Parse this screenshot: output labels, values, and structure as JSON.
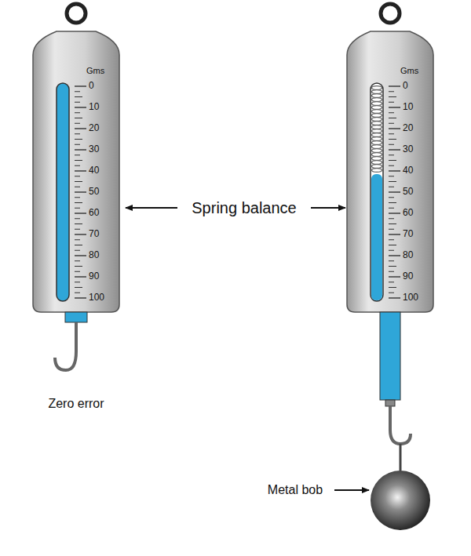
{
  "diagram": {
    "labels": [
      "Gms",
      "0",
      "10",
      "20",
      "30",
      "40",
      "50",
      "60",
      "70",
      "80",
      "90",
      "100",
      "Gms",
      "0",
      "10",
      "20",
      "30",
      "40",
      "50",
      "60",
      "70",
      "80",
      "90",
      "100",
      "Spring balance",
      "Zero error",
      "Metal bob"
    ]
  }
}
